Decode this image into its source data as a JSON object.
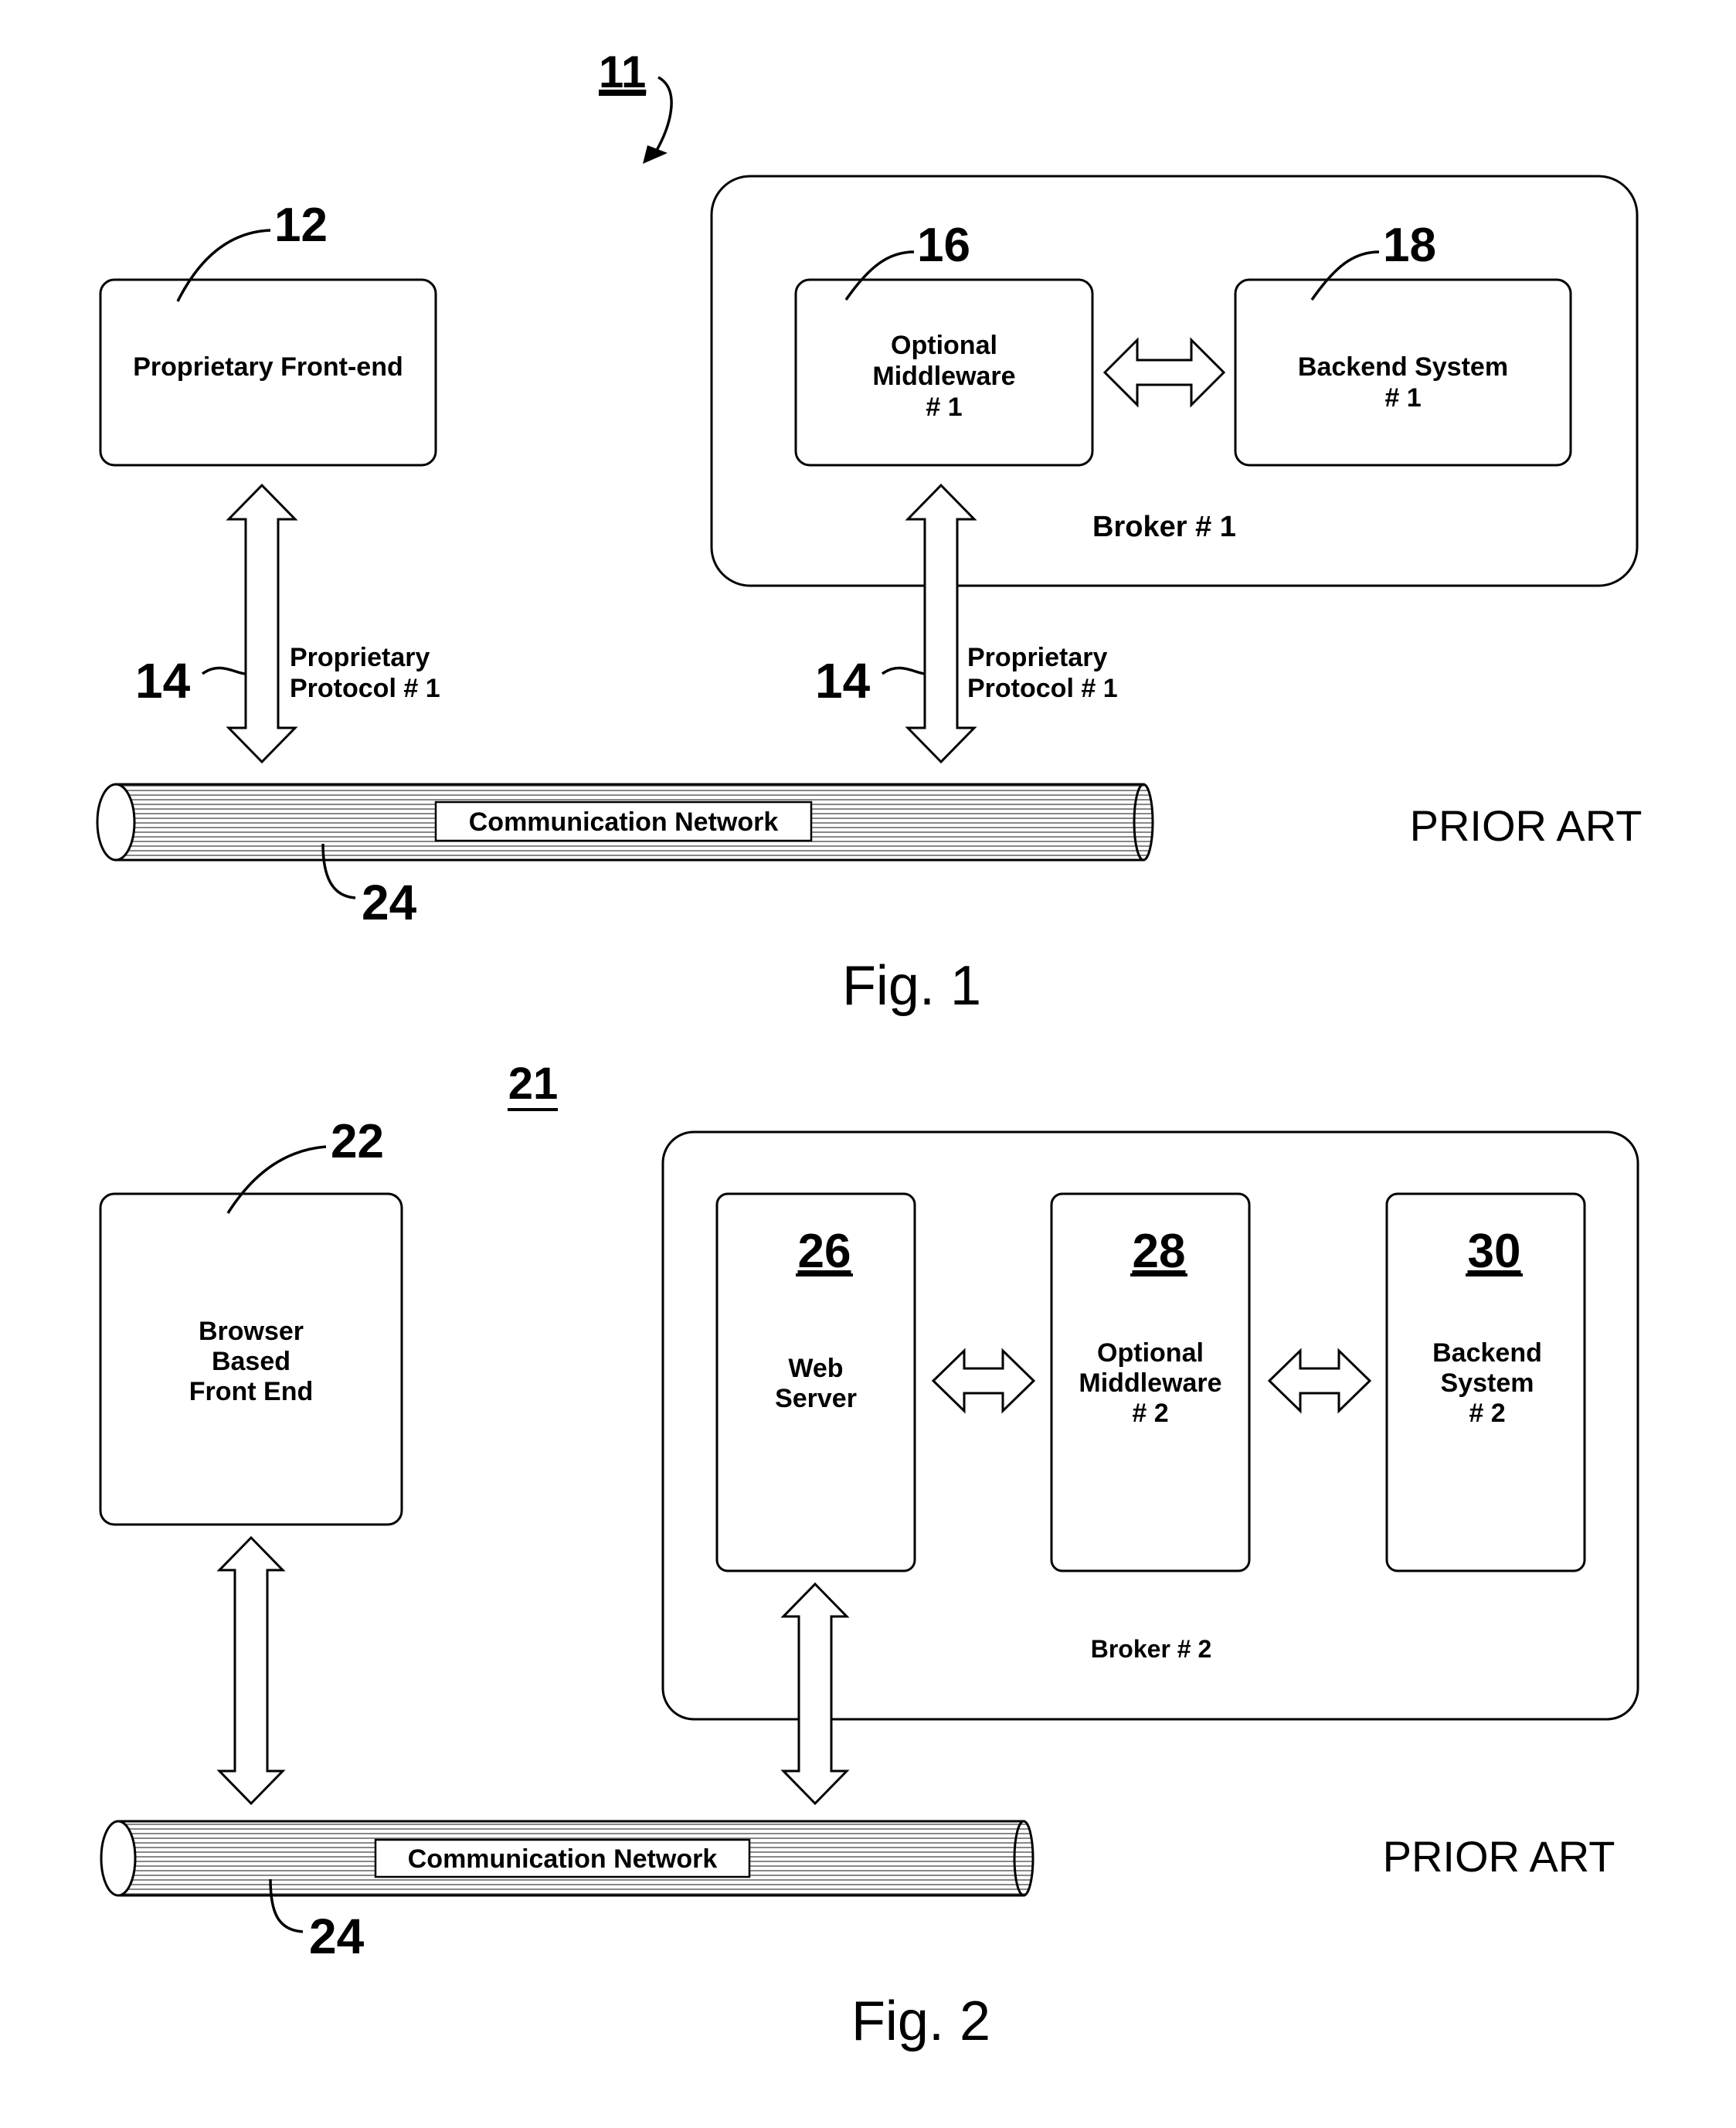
{
  "fig1": {
    "ref": "11",
    "caption": "Fig. 1",
    "prior_art": "PRIOR ART",
    "front_end": {
      "ref": "12",
      "label": "Proprietary Front-end"
    },
    "broker": {
      "label": "Broker # 1"
    },
    "middleware": {
      "ref": "16",
      "lines": [
        "Optional",
        "Middleware",
        "# 1"
      ]
    },
    "backend": {
      "ref": "18",
      "lines": [
        "Backend System",
        "# 1"
      ]
    },
    "protocol_left": {
      "ref": "14",
      "lines": [
        "Proprietary",
        "Protocol # 1"
      ]
    },
    "protocol_right": {
      "ref": "14",
      "lines": [
        "Proprietary",
        "Protocol # 1"
      ]
    },
    "network": {
      "ref": "24",
      "label": "Communication Network"
    }
  },
  "fig2": {
    "ref": "21",
    "caption": "Fig. 2",
    "prior_art": "PRIOR ART",
    "front_end": {
      "ref": "22",
      "lines": [
        "Browser",
        "Based",
        "Front End"
      ]
    },
    "broker": {
      "label": "Broker # 2"
    },
    "web_server": {
      "ref": "26",
      "lines": [
        "Web",
        "Server"
      ]
    },
    "middleware": {
      "ref": "28",
      "lines": [
        "Optional",
        "Middleware",
        "# 2"
      ]
    },
    "backend": {
      "ref": "30",
      "lines": [
        "Backend",
        "System",
        "# 2"
      ]
    },
    "network": {
      "ref": "24",
      "label": "Communication Network"
    }
  }
}
